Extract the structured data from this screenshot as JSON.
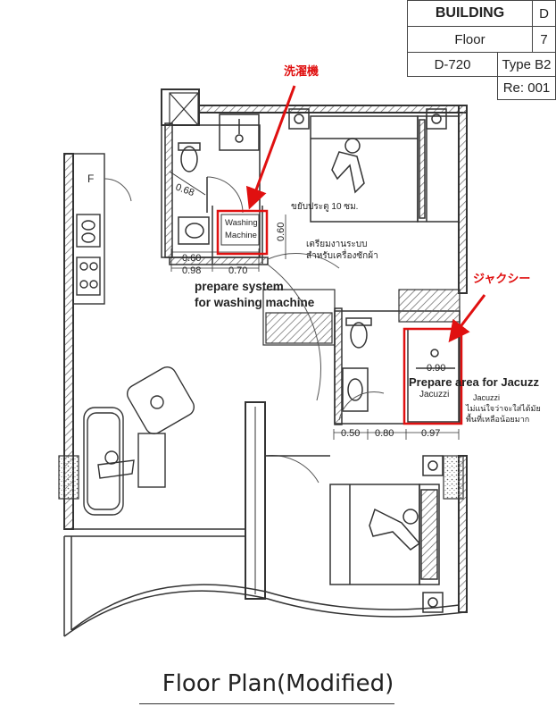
{
  "title_block": {
    "building_label": "BUILDING",
    "building_value": "D",
    "floor_label": "Floor",
    "floor_value": "7",
    "unit": "D-720",
    "type": "Type B2",
    "revision": "Re: 001"
  },
  "annotations": {
    "washing_jp": "洗濯機",
    "jacuzzi_jp": "ジャクシー",
    "washing_box_line1": "Washing",
    "washing_box_line2": "Machine",
    "prepare_system_line1": "prepare system",
    "prepare_system_line2": "for washing machine",
    "prepare_area": "Prepare area for Jacuzz",
    "jacuzzi_label": "Jacuzzi",
    "jacuzzi_note_1": "Jacuzzi",
    "jacuzzi_note_2": "ไม่แน่ใจว่าจะใส่ได้มัย",
    "jacuzzi_note_3": "พื้นที่เหลือน้อยมาก",
    "thai_door_note": "ขยับประตู 10 ซม.",
    "thai_prepare_1": "เตรียมงานระบบ",
    "thai_prepare_2": "สำหรับเครื่องซักผ้า"
  },
  "dimensions": {
    "d_068": "0.68",
    "d_060_left": "0.60",
    "d_098": "0.98",
    "d_070": "0.70",
    "d_060_vert": "0.60",
    "d_090": "0.90",
    "d_050": "0.50",
    "d_080": "0.80",
    "d_097": "0.97"
  },
  "fridge_letter": "F",
  "page_title": "Floor Plan(Modified)",
  "colors": {
    "highlight": "#e01010",
    "line": "#333333",
    "hatch": "#555555"
  }
}
